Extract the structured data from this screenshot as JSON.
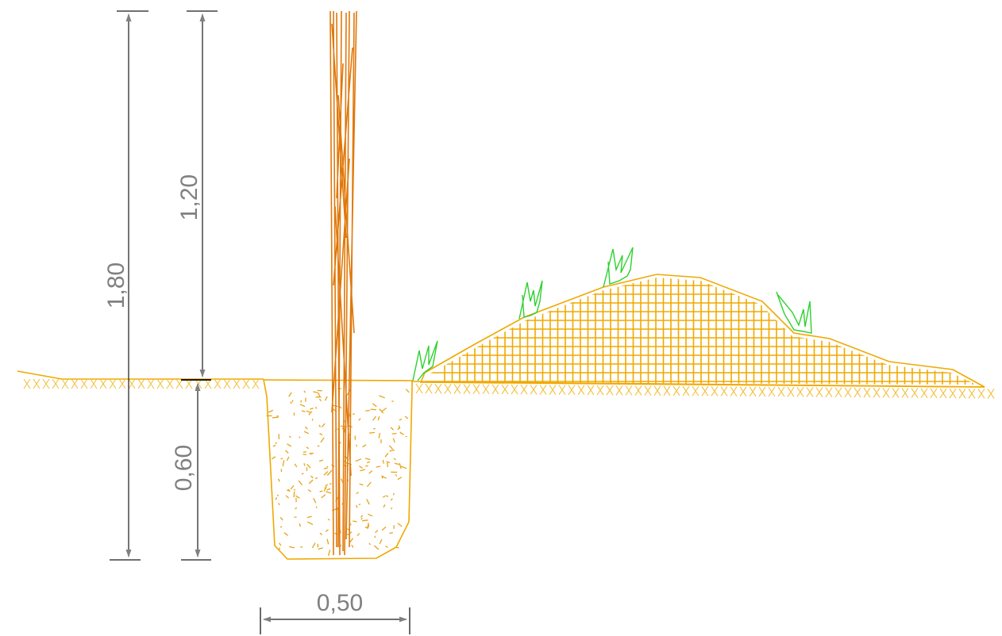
{
  "dimensions": {
    "total_height": "1,80",
    "above_ground": "1,20",
    "below_ground": "0,60",
    "trench_width": "0,50"
  },
  "colors": {
    "dimension_text": "#808080",
    "dimension_line": "#1a1a1a",
    "soil": "#f0a800",
    "stem": "#e0780a",
    "grass": "#2ed12e"
  }
}
